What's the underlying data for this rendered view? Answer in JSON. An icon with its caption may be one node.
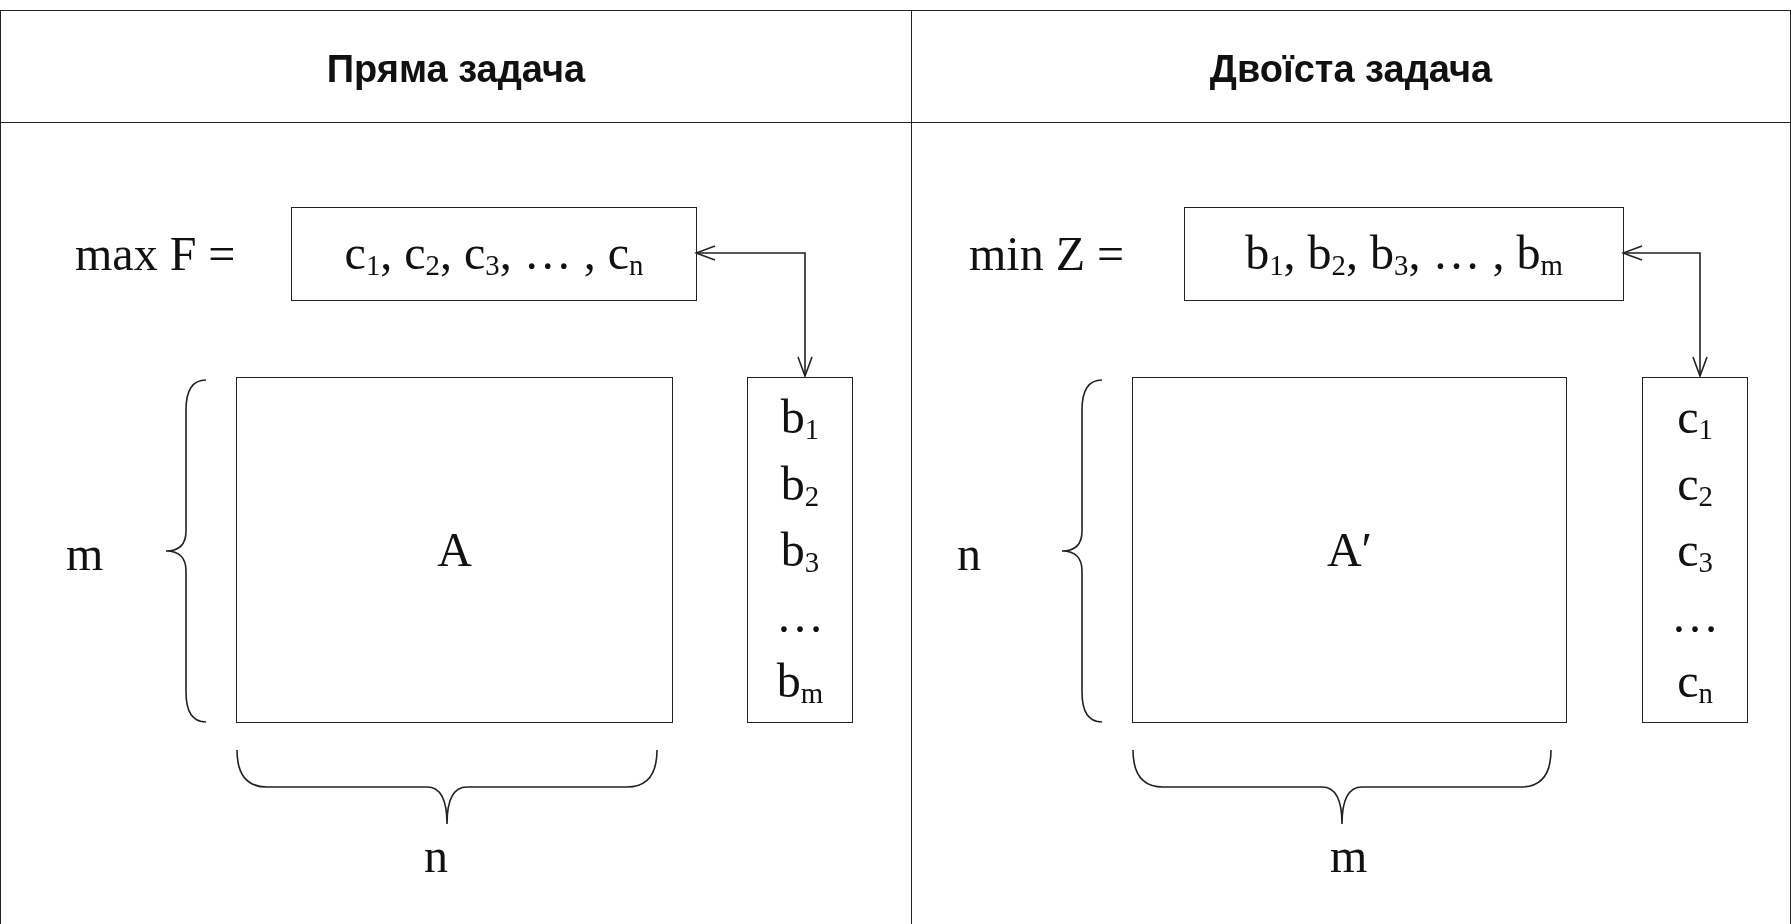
{
  "diagram": {
    "nodes": [
      {
        "text": [
          "Пряма задача"
        ]
      },
      {
        "text": [
          "c$_{1}$, c$_{2}$, c$_{3}$, … , c$_{n}$"
        ],
        "beside": [
          "max F ="
        ],
        "in": 0
      },
      {
        "text": [
          "A"
        ],
        "in": 0
      },
      {
        "text": [
          "b$_{1}$",
          "b$_{2}$",
          "b$_{3}$",
          "…",
          "b$_{m}$"
        ],
        "in": 0
      },
      {
        "text": [
          "Двоїста задача"
        ]
      },
      {
        "text": [
          "b$_{1}$, b$_{2}$, b$_{3}$, … , b$_{m}$"
        ],
        "beside": [
          "min Z ="
        ],
        "in": 4
      },
      {
        "text": [
          "A′"
        ],
        "in": 4
      },
      {
        "text": [
          "c$_{1}$",
          "c$_{2}$",
          "c$_{3}$",
          "…",
          "c$_{n}$"
        ],
        "in": 4
      }
    ],
    "edges": [
      {
        "from": 1,
        "to": 3,
        "arrow": "both"
      },
      {
        "from": 5,
        "to": 7,
        "arrow": "both"
      }
    ],
    "labels": [
      "m",
      "n",
      "n",
      "m"
    ]
  }
}
